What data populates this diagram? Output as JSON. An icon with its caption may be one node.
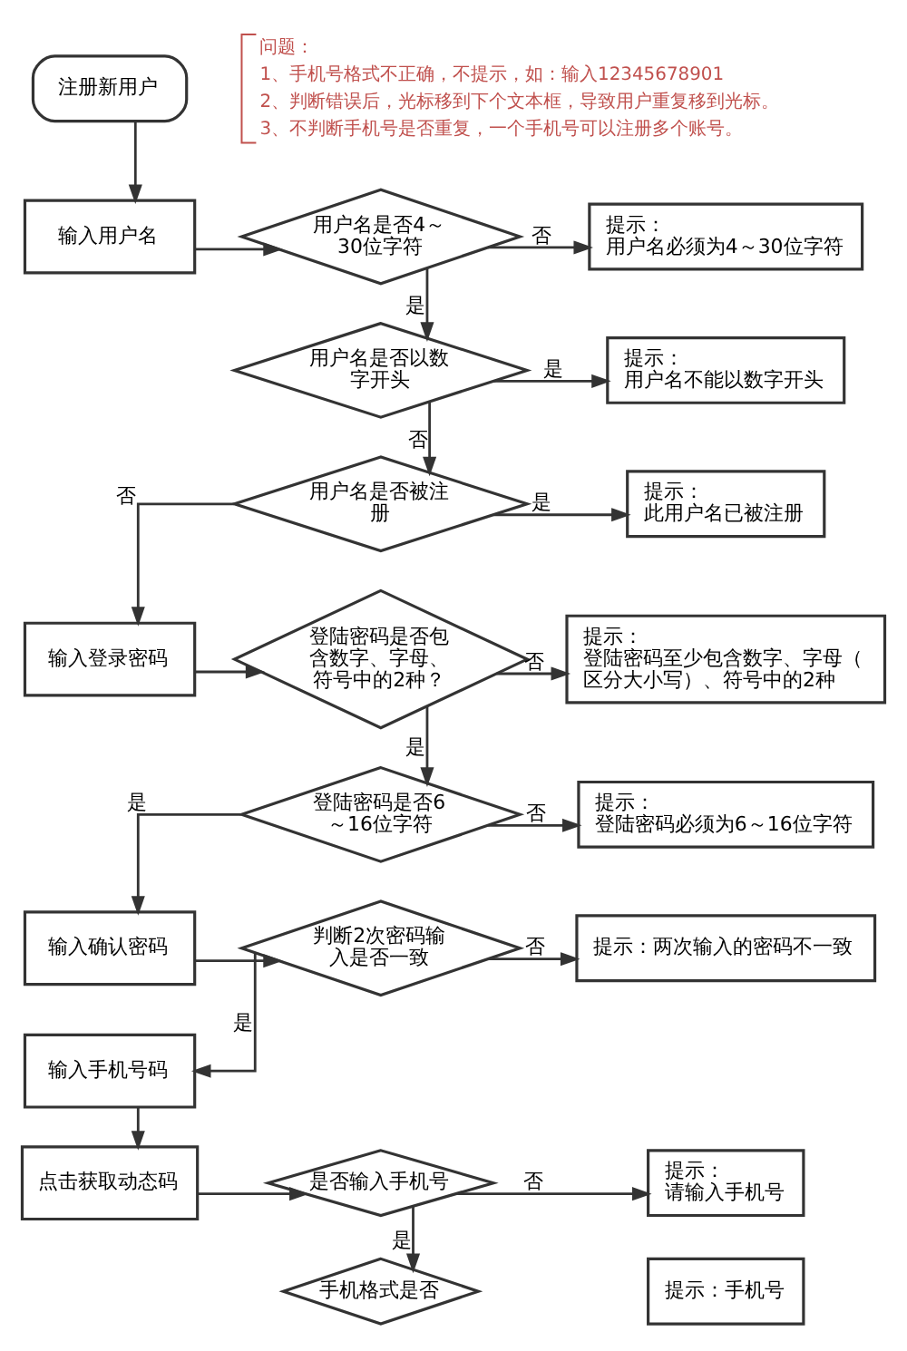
{
  "diagram": {
    "nodes": [
      {
        "text": [
          "问题：",
          "1、手机号格式不正确，不提示，如：输入12345678901",
          "2、判断错误后，光标移到下个文本框，导致用户重复移到光标。",
          "3、不判断手机号是否重复，一个手机号可以注册多个账号。"
        ]
      },
      {
        "text": [
          "注册新用户"
        ]
      },
      {
        "text": [
          "输入用户名"
        ]
      },
      {
        "text": [
          "用户名是否4～30位字符"
        ]
      },
      {
        "text": [
          "提示：",
          "用户名必须为4～30位字符"
        ]
      },
      {
        "text": [
          "用户名是否以数字开头"
        ]
      },
      {
        "text": [
          "提示：",
          "用户名不能以数字开头"
        ]
      },
      {
        "text": [
          "用户名是否被注册"
        ]
      },
      {
        "text": [
          "提示：",
          "此用户名已被注册"
        ]
      },
      {
        "text": [
          "输入登录密码"
        ]
      },
      {
        "text": [
          "登陆密码是否包含数字、字母、符号中的2种？"
        ]
      },
      {
        "text": [
          "提示：",
          "登陆密码至少包含数字、字母（区分大小写）、符号中的2种"
        ]
      },
      {
        "text": [
          "登陆密码是否6～16位字符"
        ]
      },
      {
        "text": [
          "提示：",
          "登陆密码必须为6～16位字符"
        ]
      },
      {
        "text": [
          "输入确认密码"
        ]
      },
      {
        "text": [
          "判断2次密码输入是否一致"
        ]
      },
      {
        "text": [
          "提示：两次输入的密码不一致"
        ]
      },
      {
        "text": [
          "输入手机号码"
        ]
      },
      {
        "text": [
          "点击获取动态码"
        ]
      },
      {
        "text": [
          "是否输入手机号"
        ]
      },
      {
        "text": [
          "提示：",
          "请输入手机号"
        ]
      },
      {
        "text": [
          "手机格式是否"
        ]
      },
      {
        "text": [
          "提示：手机号"
        ]
      }
    ],
    "edges": [
      {
        "from": 1,
        "to": 2,
        "arrow": "to"
      },
      {
        "from": 2,
        "to": 3,
        "arrow": "to"
      },
      {
        "from": 3,
        "to": 4,
        "arrow": "to",
        "label": "否"
      },
      {
        "from": 3,
        "to": 5,
        "arrow": "to",
        "label": "是"
      },
      {
        "from": 5,
        "to": 6,
        "arrow": "to",
        "label": "是"
      },
      {
        "from": 5,
        "to": 7,
        "arrow": "to",
        "label": "否"
      },
      {
        "from": 7,
        "to": 8,
        "arrow": "to",
        "label": "是"
      },
      {
        "from": 7,
        "to": 9,
        "arrow": "to",
        "label": "否"
      },
      {
        "from": 9,
        "to": 10,
        "arrow": "to"
      },
      {
        "from": 10,
        "to": 11,
        "arrow": "to",
        "label": "否"
      },
      {
        "from": 10,
        "to": 12,
        "arrow": "to",
        "label": "是"
      },
      {
        "from": 12,
        "to": 13,
        "arrow": "to",
        "label": "否"
      },
      {
        "from": 12,
        "to": 14,
        "arrow": "to",
        "label": "是"
      },
      {
        "from": 14,
        "to": 15,
        "arrow": "to"
      },
      {
        "from": 15,
        "to": 16,
        "arrow": "to",
        "label": "否"
      },
      {
        "from": 15,
        "to": 17,
        "arrow": "to",
        "label": "是"
      },
      {
        "from": 17,
        "to": 18,
        "arrow": "to"
      },
      {
        "from": 18,
        "to": 19,
        "arrow": "to"
      },
      {
        "from": 19,
        "to": 20,
        "arrow": "to",
        "label": "否"
      },
      {
        "from": 19,
        "to": 21,
        "arrow": "to",
        "label": "是"
      }
    ]
  }
}
